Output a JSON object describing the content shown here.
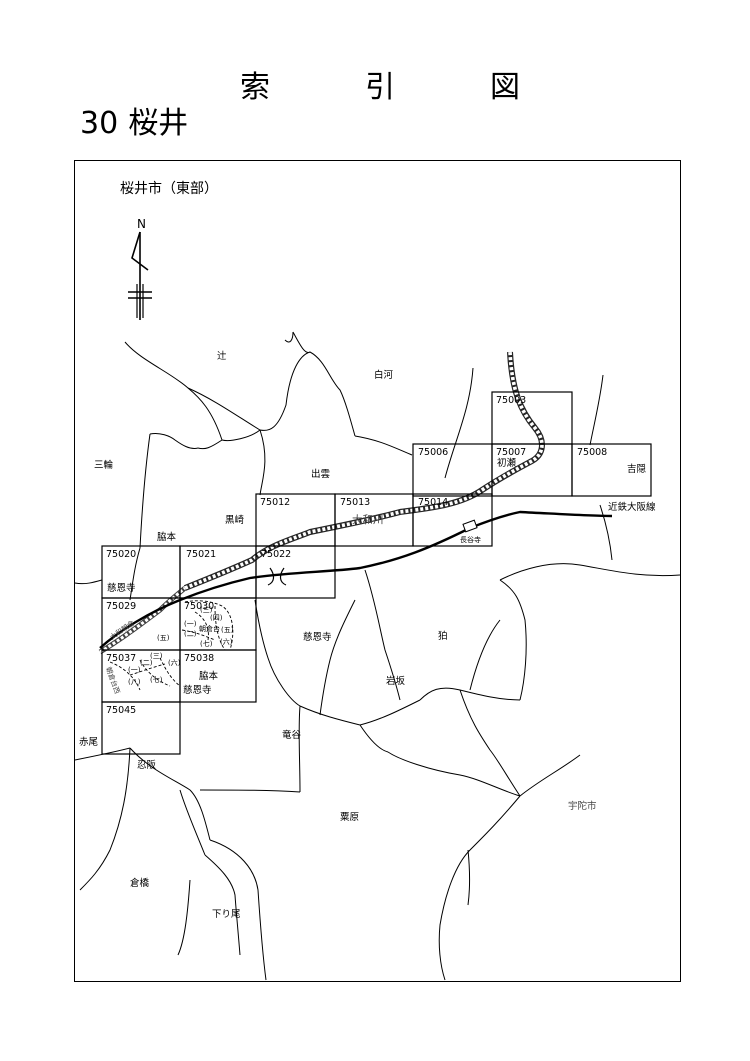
{
  "title": [
    "索",
    "引",
    "図"
  ],
  "subtitle": {
    "number": "30",
    "name": "桜井"
  },
  "region_label": "桜井市（東部）",
  "north_label": "N",
  "sheets": {
    "s75003": "75003",
    "s75006": "75006",
    "s75007": "75007",
    "s75008": "75008",
    "s75012": "75012",
    "s75013": "75013",
    "s75014": "75014",
    "s75020": "75020",
    "s75021": "75021",
    "s75022": "75022",
    "s75029": "75029",
    "s75030": "75030",
    "s75037": "75037",
    "s75038": "75038",
    "s75045": "75045"
  },
  "places": {
    "tsuji": "辻",
    "shirako": "白河",
    "miwa": "三輪",
    "izumo": "出雲",
    "hase_top": "初瀬",
    "yoshikakushi": "吉隠",
    "kurosaki": "黒崎",
    "wakimoto1": "脇本",
    "yamatogawa": "大和川",
    "kintetsu": "近鉄大阪線",
    "hasedera": "長谷寺",
    "jionji1": "慈恩寺",
    "jionji2": "慈恩寺",
    "jionji3": "慈恩寺",
    "hasami": "狛",
    "iwasaka": "岩坂",
    "wakimoto2": "脇本",
    "ryudani": "竜谷",
    "akao": "赤尾",
    "osaka": "忍阪",
    "uda": "宇陀市",
    "kurihara": "粟原",
    "kurahashi": "倉橋",
    "shimoo": "下り尾",
    "asakura": "朝倉台",
    "asakura_w": "大和朝倉",
    "asakura_e": "朝倉台西"
  },
  "districts": {
    "d1": "(一)",
    "d2": "(二)",
    "d3": "(三)",
    "d4": "(四)",
    "d5": "(五)",
    "d6": "(六)",
    "d7": "(七)",
    "d8": "(八)"
  }
}
